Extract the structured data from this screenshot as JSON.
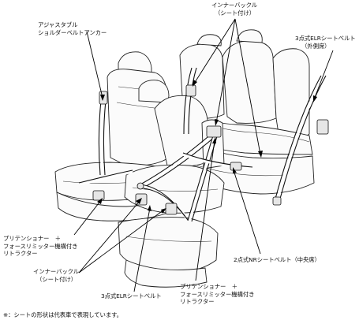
{
  "labels": {
    "adjustable_anchor": [
      "アジャスタブル",
      "ショルダーベルトアンカー"
    ],
    "inner_buckle_top": [
      "インナーバックル",
      "（シート付け）"
    ],
    "elr_outer": [
      "3点式ELRシートベルト",
      "（外側席）"
    ],
    "pretensioner_left": [
      "プリテンショナー　＋",
      "フォースリミッター機構付き",
      "リトラクター"
    ],
    "inner_buckle_bottom": [
      "インナーバックル",
      "（シート付け）"
    ],
    "nr_center": [
      "2点式NRシートベルト（中央席）"
    ],
    "elr_front": [
      "3点式ELRシートベルト"
    ],
    "pretensioner_bottom": [
      "プリテンショナー　＋",
      "フォースリミッター機構付き",
      "リトラクター"
    ],
    "note": [
      "※：シートの形状は代表車で表現しています。"
    ]
  }
}
